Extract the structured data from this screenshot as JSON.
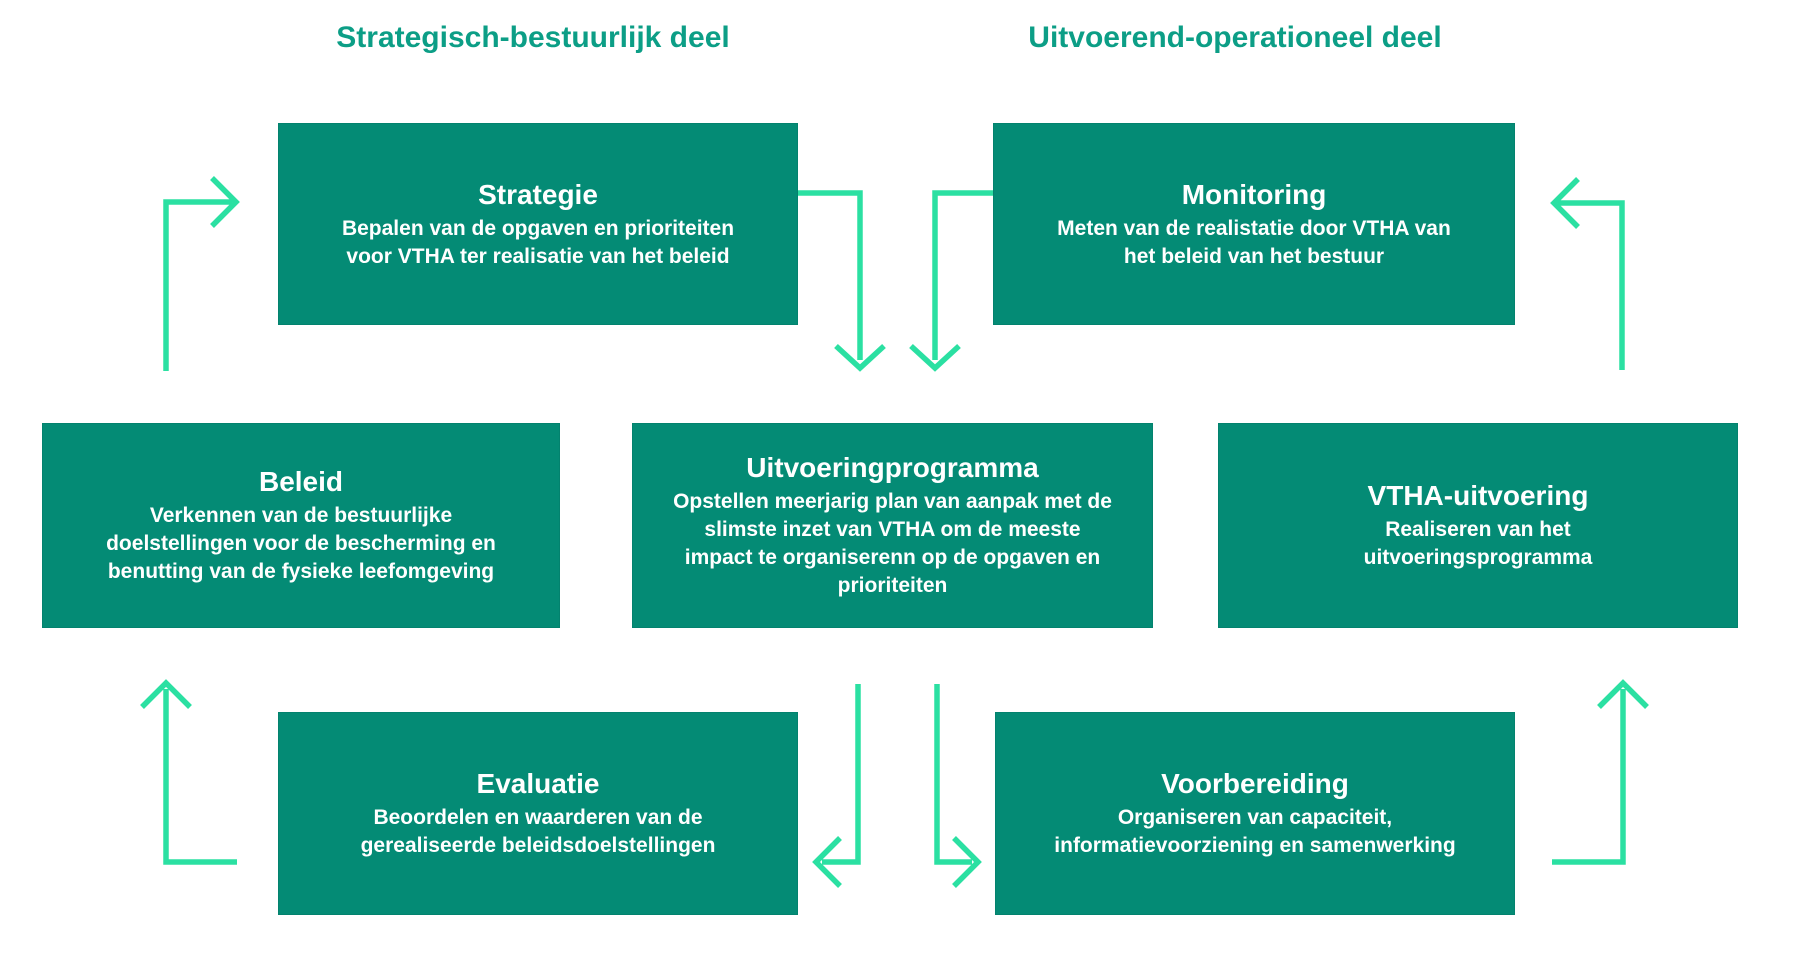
{
  "colors": {
    "box_fill": "#048B75",
    "box_text": "#FFFFFF",
    "header_text": "#0C9E86",
    "arrow": "#2BE0A2",
    "background": "#FFFFFF"
  },
  "headers": {
    "left": "Strategisch-bestuurlijk deel",
    "right": "Uitvoerend-operationeel deel"
  },
  "boxes": {
    "strategie": {
      "title": "Strategie",
      "lines": [
        "Bepalen van de opgaven en prioriteiten",
        "voor VTHA ter realisatie van het beleid"
      ]
    },
    "monitoring": {
      "title": "Monitoring",
      "lines": [
        "Meten van de realistatie door VTHA van",
        "het beleid van het bestuur"
      ]
    },
    "beleid": {
      "title": "Beleid",
      "lines": [
        "Verkennen van de bestuurlijke",
        "doelstellingen voor de bescherming en",
        "benutting van de fysieke leefomgeving"
      ]
    },
    "uitvoeringprogramma": {
      "title": "Uitvoeringprogramma",
      "lines": [
        "Opstellen meerjarig plan van aanpak met de",
        "slimste inzet van VTHA om de meeste",
        "impact te organiserenn op de opgaven en",
        "prioriteiten"
      ]
    },
    "vtha_uitvoering": {
      "title": "VTHA-uitvoering",
      "lines": [
        "Realiseren van het",
        "uitvoeringsprogramma"
      ]
    },
    "evaluatie": {
      "title": "Evaluatie",
      "lines": [
        "Beoordelen en waarderen van de",
        "gerealiseerde beleidsdoelstellingen"
      ]
    },
    "voorbereiding": {
      "title": "Voorbereiding",
      "lines": [
        "Organiseren van capaciteit,",
        "informatievoorziening en samenwerking"
      ]
    }
  }
}
